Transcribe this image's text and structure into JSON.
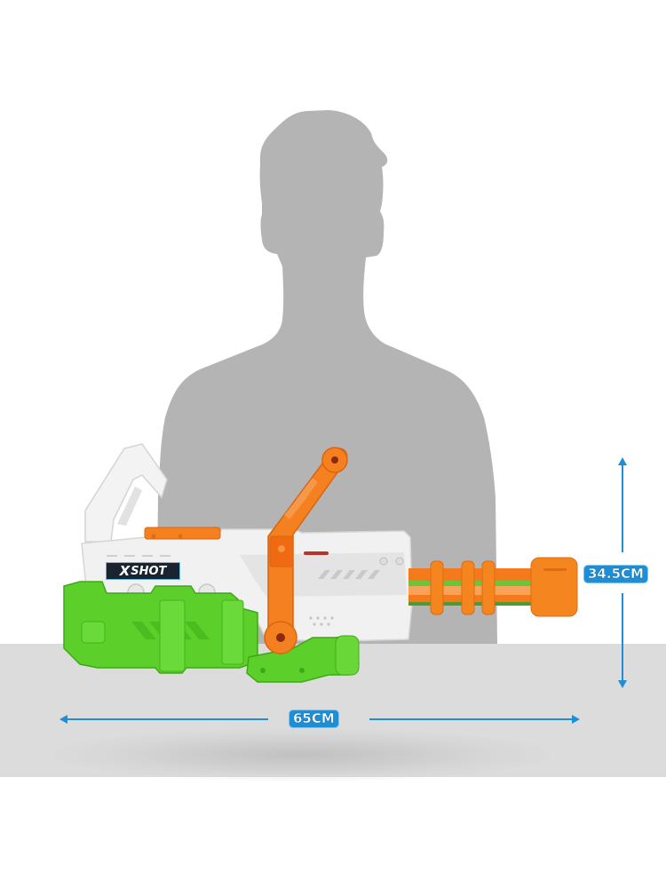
{
  "product": {
    "brand_logo_text": "X SHOT",
    "brand_logo_x": "X",
    "brand_logo_shot": "SHOT",
    "colors": {
      "body_white": "#eeeeee",
      "tank_green": "#5ccf2a",
      "accent_orange": "#f5801f",
      "silhouette_gray": "#b4b4b4",
      "floor_gray": "#dcdcdc",
      "dimension_blue": "#1e8ed6"
    }
  },
  "dimensions": {
    "height_label": "34.5CM",
    "width_label": "65CM"
  },
  "scene": {
    "silhouette": "person-silhouette",
    "background": "white with light gray floor band"
  }
}
